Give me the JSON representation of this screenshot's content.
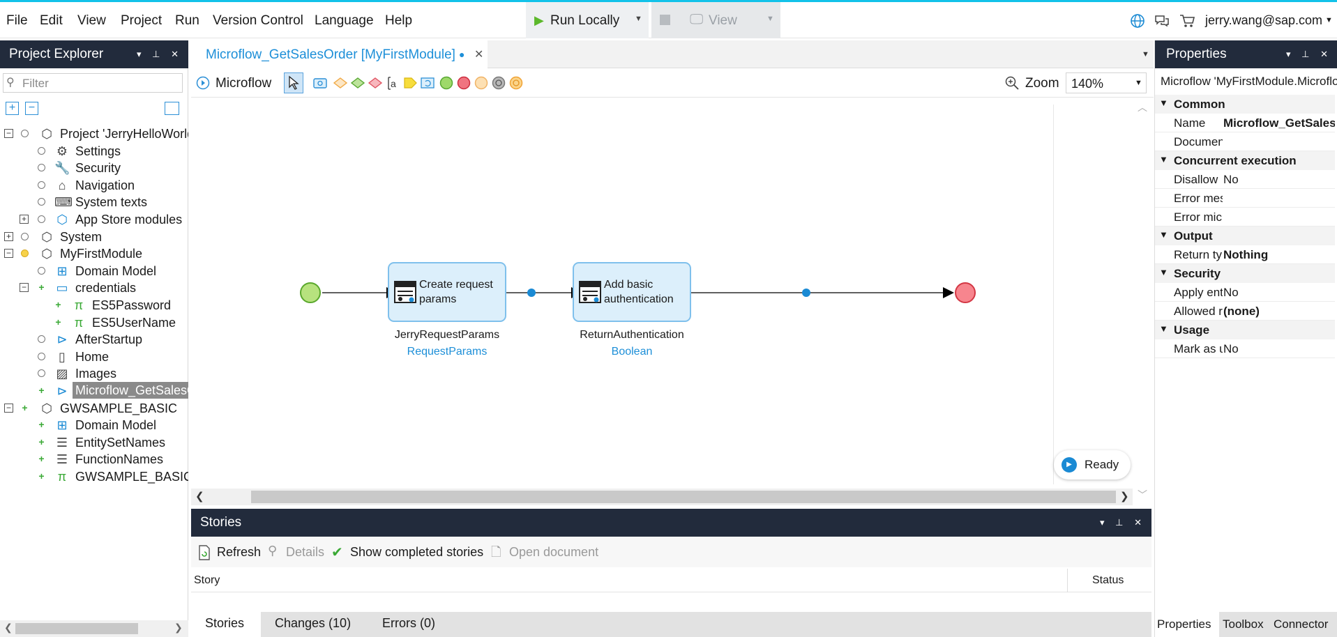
{
  "menu": [
    "File",
    "Edit",
    "View",
    "Project",
    "Run",
    "Version Control",
    "Language",
    "Help"
  ],
  "toolbar": {
    "run_label": "Run Locally",
    "view_label": "View",
    "user": "jerry.wang@sap.com"
  },
  "explorer": {
    "title": "Project Explorer",
    "filter_placeholder": "Filter",
    "items": [
      {
        "label": "Project 'JerryHelloWorld'",
        "icon": "project-icon"
      },
      {
        "label": "Settings",
        "icon": "gear-icon"
      },
      {
        "label": "Security",
        "icon": "key-icon"
      },
      {
        "label": "Navigation",
        "icon": "home-icon"
      },
      {
        "label": "System texts",
        "icon": "keyboard-icon"
      },
      {
        "label": "App Store modules",
        "icon": "store-icon"
      },
      {
        "label": "System",
        "icon": "module-icon"
      },
      {
        "label": "MyFirstModule",
        "icon": "module-icon"
      },
      {
        "label": "Domain Model",
        "icon": "domain-model-icon"
      },
      {
        "label": "credentials",
        "icon": "folder-icon"
      },
      {
        "label": "ES5Password",
        "icon": "constant-icon"
      },
      {
        "label": "ES5UserName",
        "icon": "constant-icon"
      },
      {
        "label": "AfterStartup",
        "icon": "microflow-icon"
      },
      {
        "label": "Home",
        "icon": "page-icon"
      },
      {
        "label": "Images",
        "icon": "images-icon"
      },
      {
        "label": "Microflow_GetSalesOrder",
        "icon": "microflow-icon"
      },
      {
        "label": "GWSAMPLE_BASIC",
        "icon": "module-icon"
      },
      {
        "label": "Domain Model",
        "icon": "domain-model-icon"
      },
      {
        "label": "EntitySetNames",
        "icon": "enumeration-icon"
      },
      {
        "label": "FunctionNames",
        "icon": "enumeration-icon"
      },
      {
        "label": "GWSAMPLE_BASIC",
        "icon": "constant-icon"
      }
    ]
  },
  "editor": {
    "tab_title": "Microflow_GetSalesOrder [MyFirstModule]",
    "type_label": "Microflow",
    "zoom_label": "Zoom",
    "zoom_value": "140%",
    "status": "Ready",
    "activities": [
      {
        "title": "Create request params",
        "name": "JerryRequestParams",
        "type": "RequestParams"
      },
      {
        "title": "Add basic authentication",
        "name": "ReturnAuthentication",
        "type": "Boolean"
      }
    ]
  },
  "stories": {
    "title": "Stories",
    "refresh": "Refresh",
    "details": "Details",
    "show_completed": "Show completed stories",
    "open_document": "Open document",
    "col_story": "Story",
    "col_status": "Status"
  },
  "bottom_tabs": [
    "Stories",
    "Changes (10)",
    "Errors (0)"
  ],
  "properties": {
    "title": "Properties",
    "subtitle": "Microflow 'MyFirstModule.Microflow_GetSalesOrder'",
    "rows": [
      {
        "section": "Common"
      },
      {
        "name": "Name",
        "value": "Microflow_GetSalesOrder",
        "bold": true
      },
      {
        "name": "Documentation",
        "value": ""
      },
      {
        "section": "Concurrent execution"
      },
      {
        "name": "Disallow",
        "value": "No"
      },
      {
        "name": "Error message",
        "value": ""
      },
      {
        "name": "Error microflow",
        "value": ""
      },
      {
        "section": "Output"
      },
      {
        "name": "Return type",
        "value": "Nothing",
        "bold": true
      },
      {
        "section": "Security"
      },
      {
        "name": "Apply entity access",
        "value": "No"
      },
      {
        "name": "Allowed roles",
        "value": "(none)",
        "bold": true
      },
      {
        "section": "Usage"
      },
      {
        "name": "Mark as used",
        "value": "No"
      }
    ],
    "bottom_tabs": [
      "Properties",
      "Toolbox",
      "Connector"
    ]
  }
}
